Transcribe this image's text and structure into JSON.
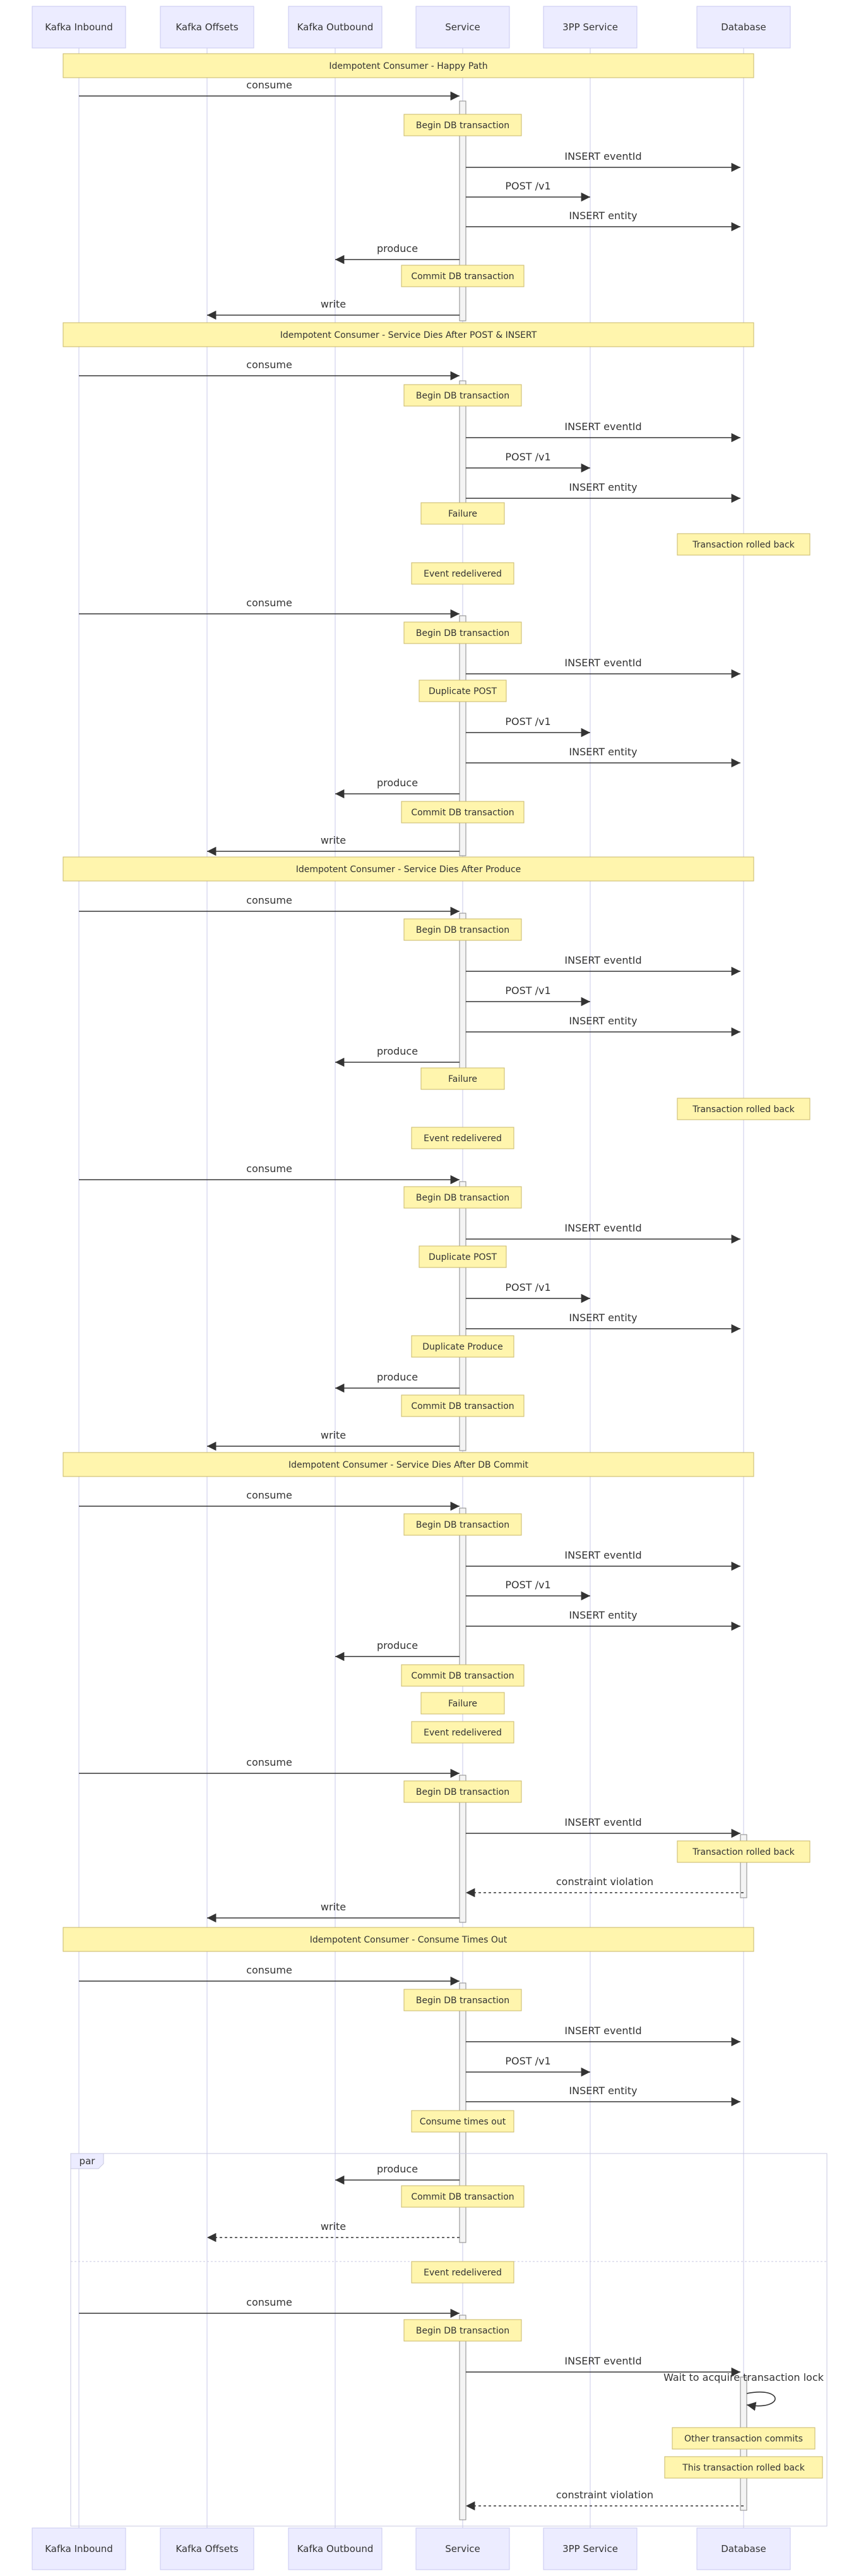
{
  "participants": [
    {
      "id": "kin",
      "label": "Kafka Inbound"
    },
    {
      "id": "koff",
      "label": "Kafka Offsets"
    },
    {
      "id": "kout",
      "label": "Kafka Outbound"
    },
    {
      "id": "svc",
      "label": "Service"
    },
    {
      "id": "ext",
      "label": "3PP Service"
    },
    {
      "id": "db",
      "label": "Database"
    }
  ],
  "par_block": {
    "label": "par"
  },
  "events": [
    {
      "t": "banner",
      "text": "Idempotent Consumer - Happy Path"
    },
    {
      "t": "msg",
      "from": "kin",
      "to": "svc",
      "text": "consume"
    },
    {
      "t": "note",
      "over": "svc",
      "text": "Begin DB transaction"
    },
    {
      "t": "msg",
      "from": "svc",
      "to": "db",
      "text": "INSERT eventId"
    },
    {
      "t": "msg",
      "from": "svc",
      "to": "ext",
      "text": "POST /v1"
    },
    {
      "t": "msg",
      "from": "svc",
      "to": "db",
      "text": "INSERT entity"
    },
    {
      "t": "msg",
      "from": "svc",
      "to": "kout",
      "text": "produce"
    },
    {
      "t": "note",
      "over": "svc",
      "text": "Commit DB transaction"
    },
    {
      "t": "msg",
      "from": "svc",
      "to": "koff",
      "text": "write"
    },
    {
      "t": "banner",
      "text": "Idempotent Consumer - Service Dies After POST & INSERT"
    },
    {
      "t": "msg",
      "from": "kin",
      "to": "svc",
      "text": "consume"
    },
    {
      "t": "note",
      "over": "svc",
      "text": "Begin DB transaction"
    },
    {
      "t": "msg",
      "from": "svc",
      "to": "db",
      "text": "INSERT eventId"
    },
    {
      "t": "msg",
      "from": "svc",
      "to": "ext",
      "text": "POST /v1"
    },
    {
      "t": "msg",
      "from": "svc",
      "to": "db",
      "text": "INSERT entity"
    },
    {
      "t": "note",
      "over": "svc",
      "text": "Failure"
    },
    {
      "t": "note",
      "over": "db",
      "text": "Transaction rolled back"
    },
    {
      "t": "note",
      "over": "svc",
      "text": "Event redelivered"
    },
    {
      "t": "msg",
      "from": "kin",
      "to": "svc",
      "text": "consume"
    },
    {
      "t": "note",
      "over": "svc",
      "text": "Begin DB transaction"
    },
    {
      "t": "msg",
      "from": "svc",
      "to": "db",
      "text": "INSERT eventId"
    },
    {
      "t": "note",
      "over": "svc",
      "text": "Duplicate POST"
    },
    {
      "t": "msg",
      "from": "svc",
      "to": "ext",
      "text": "POST /v1"
    },
    {
      "t": "msg",
      "from": "svc",
      "to": "db",
      "text": "INSERT entity"
    },
    {
      "t": "msg",
      "from": "svc",
      "to": "kout",
      "text": "produce"
    },
    {
      "t": "note",
      "over": "svc",
      "text": "Commit DB transaction"
    },
    {
      "t": "msg",
      "from": "svc",
      "to": "koff",
      "text": "write"
    },
    {
      "t": "banner",
      "text": "Idempotent Consumer - Service Dies After Produce"
    },
    {
      "t": "msg",
      "from": "kin",
      "to": "svc",
      "text": "consume"
    },
    {
      "t": "note",
      "over": "svc",
      "text": "Begin DB transaction"
    },
    {
      "t": "msg",
      "from": "svc",
      "to": "db",
      "text": "INSERT eventId"
    },
    {
      "t": "msg",
      "from": "svc",
      "to": "ext",
      "text": "POST /v1"
    },
    {
      "t": "msg",
      "from": "svc",
      "to": "db",
      "text": "INSERT entity"
    },
    {
      "t": "msg",
      "from": "svc",
      "to": "kout",
      "text": "produce"
    },
    {
      "t": "note",
      "over": "svc",
      "text": "Failure"
    },
    {
      "t": "note",
      "over": "db",
      "text": "Transaction rolled back"
    },
    {
      "t": "note",
      "over": "svc",
      "text": "Event redelivered"
    },
    {
      "t": "msg",
      "from": "kin",
      "to": "svc",
      "text": "consume"
    },
    {
      "t": "note",
      "over": "svc",
      "text": "Begin DB transaction"
    },
    {
      "t": "msg",
      "from": "svc",
      "to": "db",
      "text": "INSERT eventId"
    },
    {
      "t": "note",
      "over": "svc",
      "text": "Duplicate POST"
    },
    {
      "t": "msg",
      "from": "svc",
      "to": "ext",
      "text": "POST /v1"
    },
    {
      "t": "msg",
      "from": "svc",
      "to": "db",
      "text": "INSERT entity"
    },
    {
      "t": "note",
      "over": "svc",
      "text": "Duplicate Produce"
    },
    {
      "t": "msg",
      "from": "svc",
      "to": "kout",
      "text": "produce"
    },
    {
      "t": "note",
      "over": "svc",
      "text": "Commit DB transaction"
    },
    {
      "t": "msg",
      "from": "svc",
      "to": "koff",
      "text": "write"
    },
    {
      "t": "banner",
      "text": "Idempotent Consumer - Service Dies After DB Commit"
    },
    {
      "t": "msg",
      "from": "kin",
      "to": "svc",
      "text": "consume"
    },
    {
      "t": "note",
      "over": "svc",
      "text": "Begin DB transaction"
    },
    {
      "t": "msg",
      "from": "svc",
      "to": "db",
      "text": "INSERT eventId"
    },
    {
      "t": "msg",
      "from": "svc",
      "to": "ext",
      "text": "POST /v1"
    },
    {
      "t": "msg",
      "from": "svc",
      "to": "db",
      "text": "INSERT entity"
    },
    {
      "t": "msg",
      "from": "svc",
      "to": "kout",
      "text": "produce"
    },
    {
      "t": "note",
      "over": "svc",
      "text": "Commit DB transaction"
    },
    {
      "t": "note",
      "over": "svc",
      "text": "Failure"
    },
    {
      "t": "note",
      "over": "svc",
      "text": "Event redelivered"
    },
    {
      "t": "msg",
      "from": "kin",
      "to": "svc",
      "text": "consume"
    },
    {
      "t": "note",
      "over": "svc",
      "text": "Begin DB transaction"
    },
    {
      "t": "msg",
      "from": "svc",
      "to": "db",
      "text": "INSERT eventId"
    },
    {
      "t": "note",
      "over": "db",
      "text": "Transaction rolled back"
    },
    {
      "t": "msg",
      "from": "db",
      "to": "svc",
      "text": "constraint violation",
      "dashed": true
    },
    {
      "t": "msg",
      "from": "svc",
      "to": "koff",
      "text": "write"
    },
    {
      "t": "banner",
      "text": "Idempotent Consumer - Consume Times Out"
    },
    {
      "t": "msg",
      "from": "kin",
      "to": "svc",
      "text": "consume"
    },
    {
      "t": "note",
      "over": "svc",
      "text": "Begin DB transaction"
    },
    {
      "t": "msg",
      "from": "svc",
      "to": "db",
      "text": "INSERT eventId"
    },
    {
      "t": "msg",
      "from": "svc",
      "to": "ext",
      "text": "POST /v1"
    },
    {
      "t": "msg",
      "from": "svc",
      "to": "db",
      "text": "INSERT entity"
    },
    {
      "t": "note",
      "over": "svc",
      "text": "Consume times out"
    },
    {
      "t": "msg",
      "from": "svc",
      "to": "kout",
      "text": "produce"
    },
    {
      "t": "note",
      "over": "svc",
      "text": "Commit DB transaction"
    },
    {
      "t": "msg",
      "from": "svc",
      "to": "koff",
      "text": "write",
      "dashed": true
    },
    {
      "t": "note",
      "over": "svc",
      "text": "Event redelivered"
    },
    {
      "t": "msg",
      "from": "kin",
      "to": "svc",
      "text": "consume"
    },
    {
      "t": "note",
      "over": "svc",
      "text": "Begin DB transaction"
    },
    {
      "t": "msg",
      "from": "svc",
      "to": "db",
      "text": "INSERT eventId"
    },
    {
      "t": "self",
      "on": "db",
      "text": "Wait to acquire transaction lock"
    },
    {
      "t": "note",
      "over": "db",
      "text": "Other transaction commits"
    },
    {
      "t": "note",
      "over": "db",
      "text": "This transaction rolled back"
    },
    {
      "t": "msg",
      "from": "db",
      "to": "svc",
      "text": "constraint violation",
      "dashed": true
    }
  ]
}
